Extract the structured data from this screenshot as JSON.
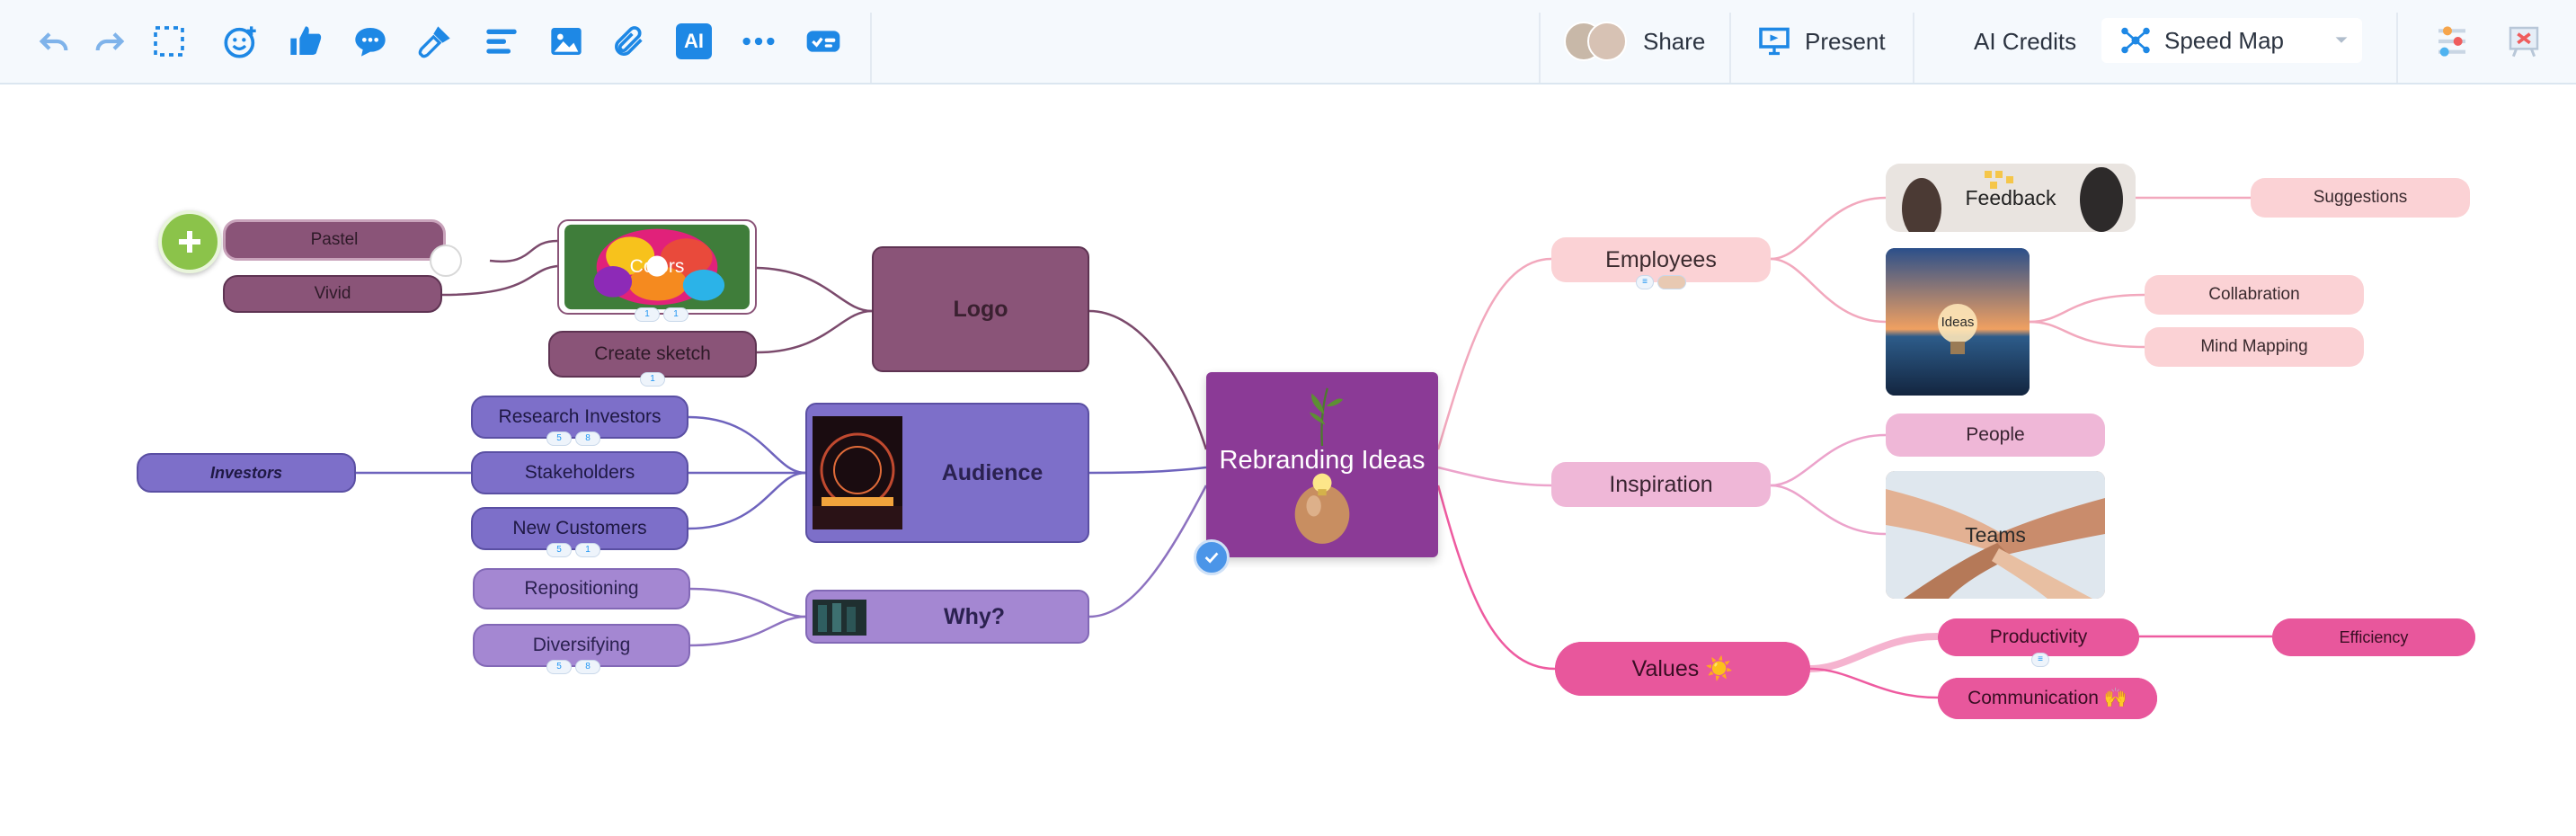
{
  "toolbar": {
    "share_label": "Share",
    "present_label": "Present",
    "ai_credits_label": "AI Credits",
    "ai_icon_label": "AI",
    "layout_label": "Speed Map"
  },
  "colors": {
    "accent": "#1e88e5",
    "logo_branch": "#8a5478",
    "audience_branch": "#7d6fc9",
    "why_branch": "#a487d2",
    "center": "#8b3a96",
    "employees": "#fbd2d5",
    "inspiration": "#efb7d7",
    "values": "#e8579c"
  },
  "map": {
    "center": "Rebranding Ideas",
    "left": {
      "logo": {
        "label": "Logo",
        "colors": "Colors",
        "pastel": "Pastel",
        "vivid": "Vivid",
        "create_sketch": "Create sketch"
      },
      "audience": {
        "label": "Audience",
        "research_investors": "Research Investors",
        "stakeholders": "Stakeholders",
        "new_customers": "New Customers",
        "investors": "Investors"
      },
      "why": {
        "label": "Why?",
        "repositioning": "Repositioning",
        "diversifying": "Diversifying"
      }
    },
    "right": {
      "employees": {
        "label": "Employees",
        "feedback": "Feedback",
        "suggestions": "Suggestions",
        "ideas": "Ideas",
        "collabration": "Collabration",
        "mind_mapping": "Mind Mapping"
      },
      "inspiration": {
        "label": "Inspiration",
        "people": "People",
        "teams": "Teams"
      },
      "values": {
        "label": "Values ☀️",
        "productivity": "Productivity",
        "efficiency": "Efficiency",
        "communication": "Communication 🙌"
      }
    }
  },
  "badges": {
    "attach_count": "1",
    "comment_count": "1",
    "rv_attach": "5",
    "rv_comment": "8"
  }
}
